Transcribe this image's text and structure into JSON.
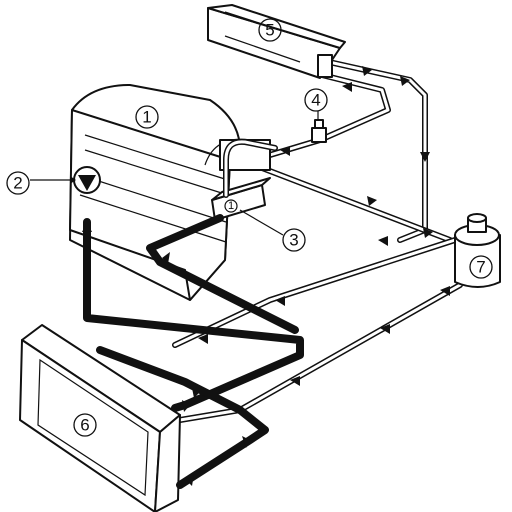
{
  "components": [
    {
      "id": "engine",
      "number": "1"
    },
    {
      "id": "pump",
      "number": "2"
    },
    {
      "id": "thermostat",
      "number": "3"
    },
    {
      "id": "valve",
      "number": "4"
    },
    {
      "id": "heater",
      "number": "5"
    },
    {
      "id": "radiator",
      "number": "6"
    },
    {
      "id": "expansion-tank",
      "number": "7"
    }
  ]
}
